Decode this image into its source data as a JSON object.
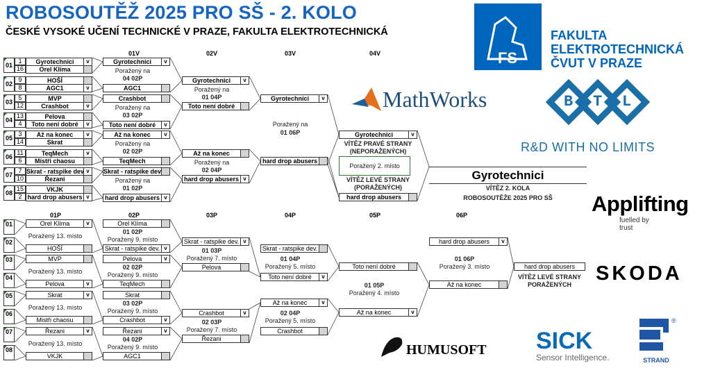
{
  "title": "ROBOSOUTĚŽ 2025 PRO SŠ - 2. KOLO",
  "subtitle": "ČESKÉ VYSOKÉ UČENÍ TECHNICKÉ V PRAZE, FAKULTA ELEKTROTECHNICKÁ",
  "mark": "v",
  "colors": {
    "title": "#1565c0",
    "fel": "#0065bd",
    "loser_cell": "#d4d4d4",
    "highlight": "#2e7d32"
  },
  "winners": {
    "headers": [
      "01V",
      "02V",
      "03V",
      "04V"
    ],
    "r1": [
      {
        "id": "01",
        "a": {
          "seed": "1",
          "name": "Gyrotechnici"
        },
        "b": {
          "seed": "16",
          "name": "Orel Klíma"
        },
        "win": "a"
      },
      {
        "id": "02",
        "a": {
          "seed": "9",
          "name": "HOŠÍ"
        },
        "b": {
          "seed": "8",
          "name": "AGC1"
        },
        "win": "b"
      },
      {
        "id": "03",
        "a": {
          "seed": "5",
          "name": "MVP"
        },
        "b": {
          "seed": "12",
          "name": "Crashbot"
        },
        "win": "b"
      },
      {
        "id": "04",
        "a": {
          "seed": "13",
          "name": "Pelova"
        },
        "b": {
          "seed": "4",
          "name": "Toto není dobré"
        },
        "win": "b"
      },
      {
        "id": "05",
        "a": {
          "seed": "3",
          "name": "Až na konec"
        },
        "b": {
          "seed": "14",
          "name": "Skrat"
        },
        "win": "a"
      },
      {
        "id": "06",
        "a": {
          "seed": "11",
          "name": "TeqMech"
        },
        "b": {
          "seed": "6",
          "name": "Mistři chaosu"
        },
        "win": "a"
      },
      {
        "id": "07",
        "a": {
          "seed": "7",
          "name": "Skrat - ratspike dev"
        },
        "b": {
          "seed": "10",
          "name": "Řezani"
        },
        "win": "a"
      },
      {
        "id": "08",
        "a": {
          "seed": "15",
          "name": "VKJK"
        },
        "b": {
          "seed": "2",
          "name": "hard drop abusers"
        },
        "win": "b"
      }
    ],
    "r2": [
      {
        "a": "Gyrotechnici",
        "b": "AGC1",
        "win": "a",
        "n1": "Poražený na",
        "n2": "04 02P"
      },
      {
        "a": "Crashbot",
        "b": "Toto není dobré",
        "win": "b",
        "n1": "Poražený na",
        "n2": "03 02P"
      },
      {
        "a": "Až na konec",
        "b": "TeqMech",
        "win": "a",
        "n1": "Poražený na",
        "n2": "02 02P"
      },
      {
        "a": "Skrat - ratspike dev.",
        "b": "hard drop abusers",
        "win": "b",
        "n1": "Poražený na",
        "n2": "01 02P"
      }
    ],
    "r3": [
      {
        "a": "Gyrotechnici",
        "b": "Toto není dobré",
        "win": "a",
        "n1": "Poražený na",
        "n2": "01 04P"
      },
      {
        "a": "Až na konec",
        "b": "hard drop abusers",
        "win": "b",
        "n1": "Poražený na",
        "n2": "02 04P"
      }
    ],
    "r4": [
      {
        "a": "Gyrotechnici",
        "b": "hard drop abusers",
        "win": "a",
        "n1": "Poražený na",
        "n2": "01 06P"
      }
    ],
    "r5": {
      "a": "Gyrotechnici",
      "b": "hard drop abusers",
      "win": "a",
      "right_line1": "VÍTĚZ PRAVÉ STRANY",
      "right_line2": "(NEPORAŽENÝCH)",
      "loser_note": "Poražený 2. místo",
      "left_line1": "VÍTĚZ LEVÉ STRANY",
      "left_line2": "(PORAŽENÝCH)"
    },
    "champion": {
      "name": "Gyrotechnici",
      "line1": "VÍTĚZ 2. KOLA",
      "line2": "ROBOSOUTĚŽE 2025 PRO SŠ"
    }
  },
  "losers": {
    "headers": [
      "01P",
      "02P",
      "03P",
      "04P",
      "05P",
      "06P"
    ],
    "slots": [
      "01",
      "02",
      "03",
      "04",
      "05",
      "06",
      "07",
      "08"
    ],
    "r1": [
      {
        "a": "Orel Klíma",
        "b": "HOŠÍ",
        "win": "a",
        "n2": "Poražený 13. místo"
      },
      {
        "a": "MVP",
        "b": "Pelova",
        "win": "b",
        "n2": "Poražený 13. místo"
      },
      {
        "a": "Skrat",
        "b": "Mistři chaosu",
        "win": "a",
        "n2": "Poražený 13. místo"
      },
      {
        "a": "Řezani",
        "b": "VKJK",
        "win": "a",
        "n2": "Poražený 13. místo"
      }
    ],
    "r2": [
      {
        "a": "Orel Klíma",
        "b": "Skrat - ratspike dev.",
        "win": "b",
        "n1": "01 02P",
        "n2": "Poražený 9. místo"
      },
      {
        "a": "Pelova",
        "b": "TeqMech",
        "win": "a",
        "n1": "02 02P",
        "n2": "Poražený 9. místo"
      },
      {
        "a": "Skrat",
        "b": "Crashbot",
        "win": "b",
        "n1": "03 02P",
        "n2": "Poražený 9. místo"
      },
      {
        "a": "Řezani",
        "b": "AGC1",
        "win": "a",
        "n1": "04 02P",
        "n2": "Poražený 9. místo"
      }
    ],
    "r3": [
      {
        "a": "Skrat - ratspike dev.",
        "b": "Pelova",
        "win": "a",
        "n1": "01 03P",
        "n2": "Poražený 7. místo"
      },
      {
        "a": "Crashbot",
        "b": "Řezani",
        "win": "a",
        "n1": "02 03P",
        "n2": "Poražený 7. místo"
      }
    ],
    "r4": [
      {
        "a": "Skrat - ratspike dev.",
        "b": "Toto není dobré",
        "win": "b",
        "n1": "01 04P",
        "n2": "Poražený 5. místo"
      },
      {
        "a": "Až na konec",
        "b": "Crashbot",
        "win": "a",
        "n1": "02 04P",
        "n2": "Poražený 5. místo"
      }
    ],
    "r5": [
      {
        "a": "Toto není dobré",
        "b": "Až na konec",
        "win": "b",
        "n1": "01 05P",
        "n2": "Poražený 4. místo"
      }
    ],
    "r6": [
      {
        "a": "hard drop abusers",
        "b": "Až na konec",
        "win": "a",
        "n1": "01 06P",
        "n2": "Poražený 3. místo"
      }
    ],
    "final": {
      "name": "hard drop abusers",
      "line1": "VÍTĚZ LEVÉ STRANY",
      "line2": "PORAŽENÝCH"
    }
  },
  "sponsors": {
    "fel": {
      "line1": "FAKULTA",
      "line2": "ELEKTROTECHNICKÁ",
      "line3": "ČVUT V PRAZE"
    },
    "mathworks": "MathWorks",
    "btl": {
      "tagline": "R&D WITH NO LIMITS",
      "letters": "BTL"
    },
    "applifting": {
      "name": "Applifting",
      "tag1": "fuelled by",
      "tag2": "trust"
    },
    "skoda": "SKODA",
    "sick": {
      "name": "SICK",
      "tag": "Sensor Intelligence."
    },
    "humusoft": "HUMUSOFT",
    "strand": "STRAND"
  }
}
